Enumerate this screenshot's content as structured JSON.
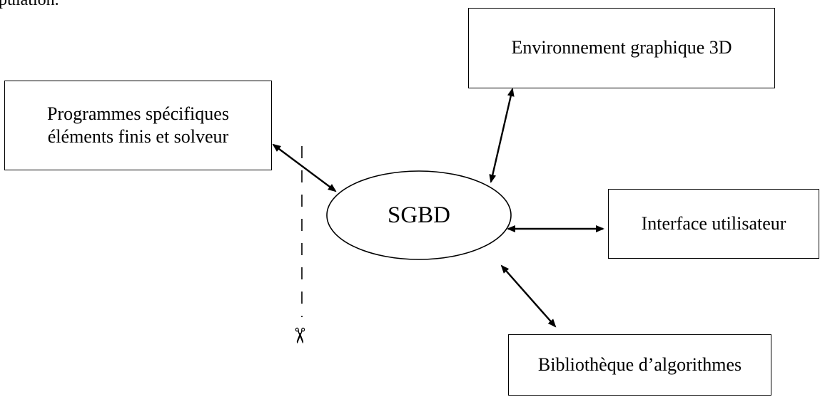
{
  "page_fragment": "pulation.",
  "nodes": {
    "env": {
      "label": "Environnement graphique 3D"
    },
    "prog": {
      "label_line1": "Programmes spécifiques",
      "label_line2": "éléments finis et solveur"
    },
    "sgbd": {
      "label": "SGBD"
    },
    "iface": {
      "label": "Interface utilisateur"
    },
    "biblio": {
      "label": "Bibliothèque d’algorithmes"
    }
  },
  "edges": [
    {
      "from": "prog",
      "to": "sgbd",
      "type": "bidirectional"
    },
    {
      "from": "env",
      "to": "sgbd",
      "type": "bidirectional"
    },
    {
      "from": "iface",
      "to": "sgbd",
      "type": "bidirectional"
    },
    {
      "from": "biblio",
      "to": "sgbd",
      "type": "bidirectional"
    }
  ],
  "cut_line": {
    "style": "dashed",
    "marker": "scissors-icon",
    "glyph": "✂"
  },
  "colors": {
    "stroke": "#000000",
    "background": "#ffffff"
  }
}
